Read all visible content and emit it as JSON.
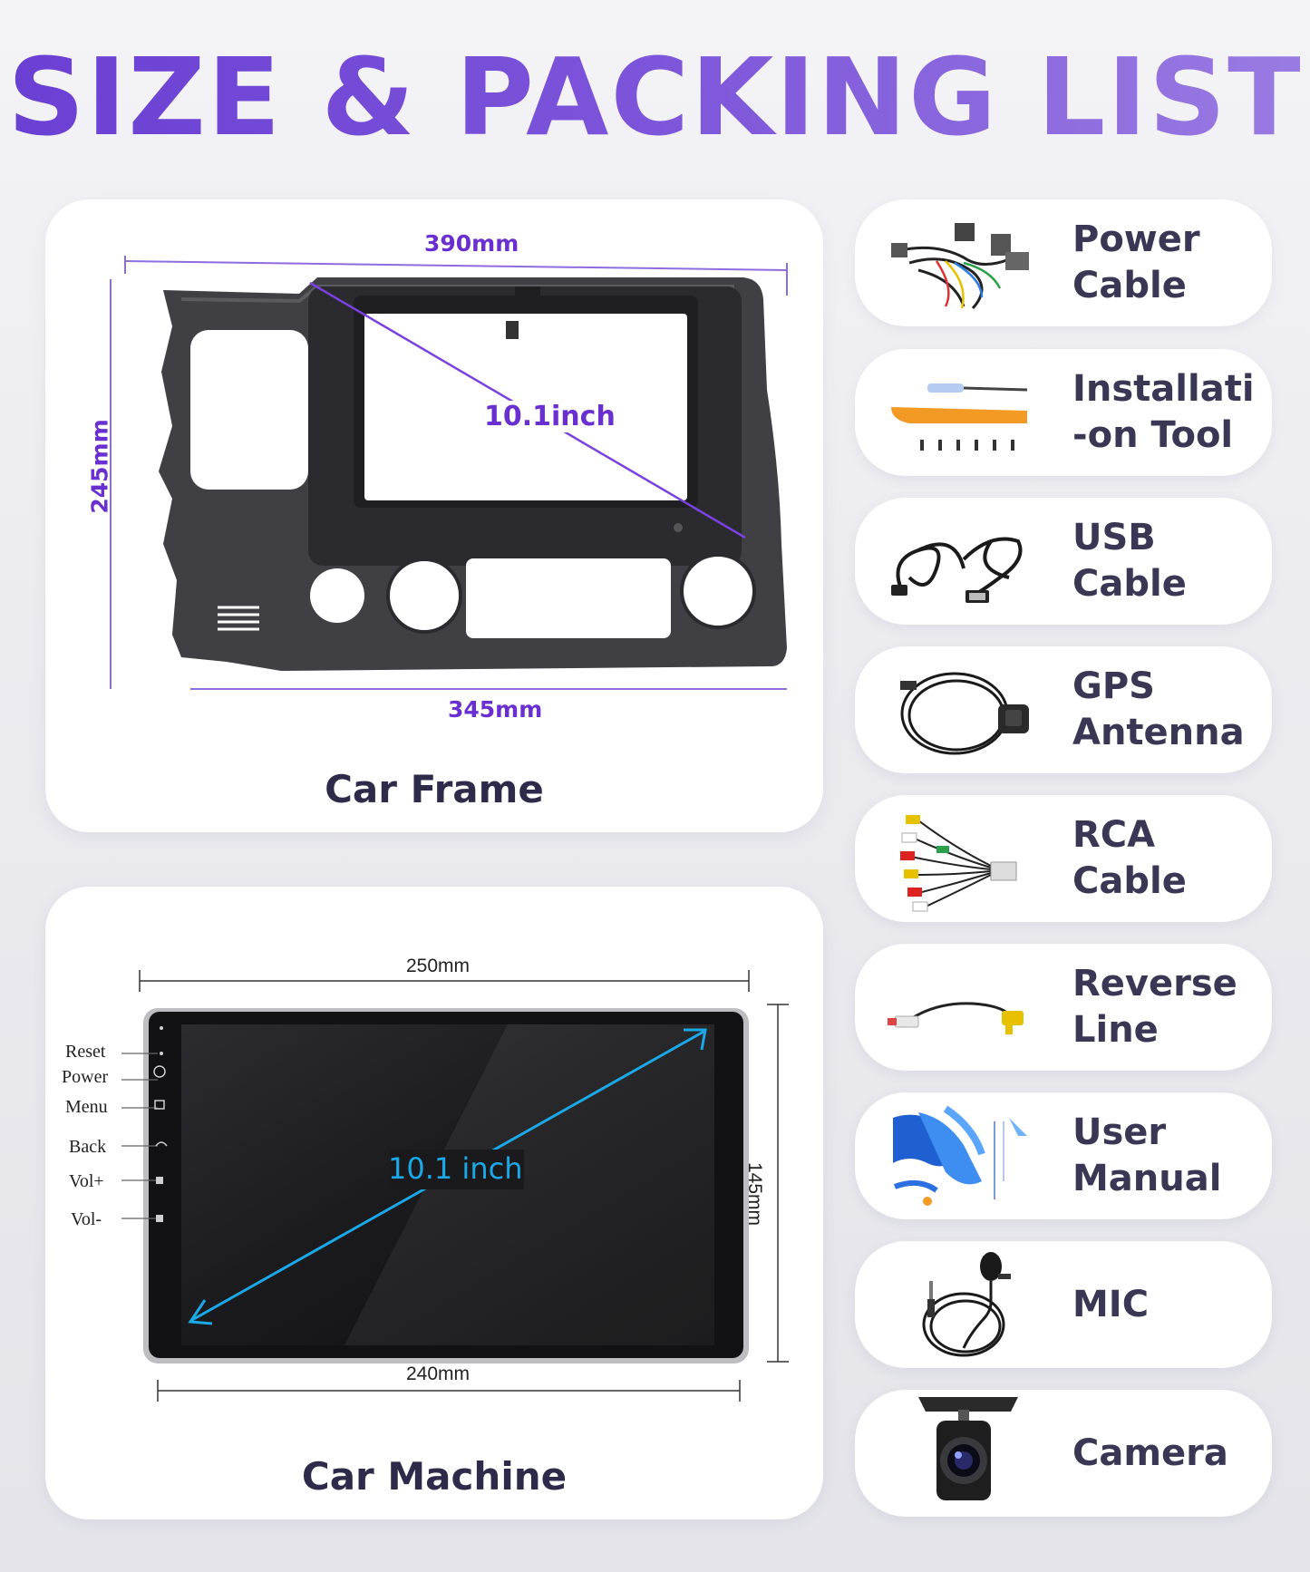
{
  "title": "SIZE & PACKING LIST",
  "frame": {
    "top_width": "390mm",
    "height": "245mm",
    "bottom_width": "345mm",
    "diagonal": "10.1inch",
    "caption": "Car Frame"
  },
  "machine": {
    "top_width": "250mm",
    "height": "145mm",
    "bottom_width": "240mm",
    "diagonal": "10.1 inch",
    "caption": "Car Machine",
    "buttons": [
      "Reset",
      "Power",
      "Menu",
      "Back",
      "Vol+",
      "Vol-"
    ]
  },
  "items": [
    {
      "label": "Power\nCable",
      "icon": "power-cable-icon"
    },
    {
      "label": "Installati\n-on Tool",
      "icon": "installation-tool-icon"
    },
    {
      "label": "USB\nCable",
      "icon": "usb-cable-icon"
    },
    {
      "label": "GPS\nAntenna",
      "icon": "gps-antenna-icon"
    },
    {
      "label": "RCA\nCable",
      "icon": "rca-cable-icon"
    },
    {
      "label": "Reverse\nLine",
      "icon": "reverse-line-icon"
    },
    {
      "label": "User\nManual",
      "icon": "user-manual-icon"
    },
    {
      "label": "MIC",
      "icon": "mic-icon"
    },
    {
      "label": "Camera",
      "icon": "camera-icon"
    }
  ],
  "colors": {
    "title_gradient": [
      "#6a3fd3",
      "#9a7be2"
    ],
    "frame_dimension": "#6a2fd0",
    "screen_diagonal": "#1aa9e6",
    "panel_bg": "#ffffff",
    "label_text": "#3a3755"
  }
}
